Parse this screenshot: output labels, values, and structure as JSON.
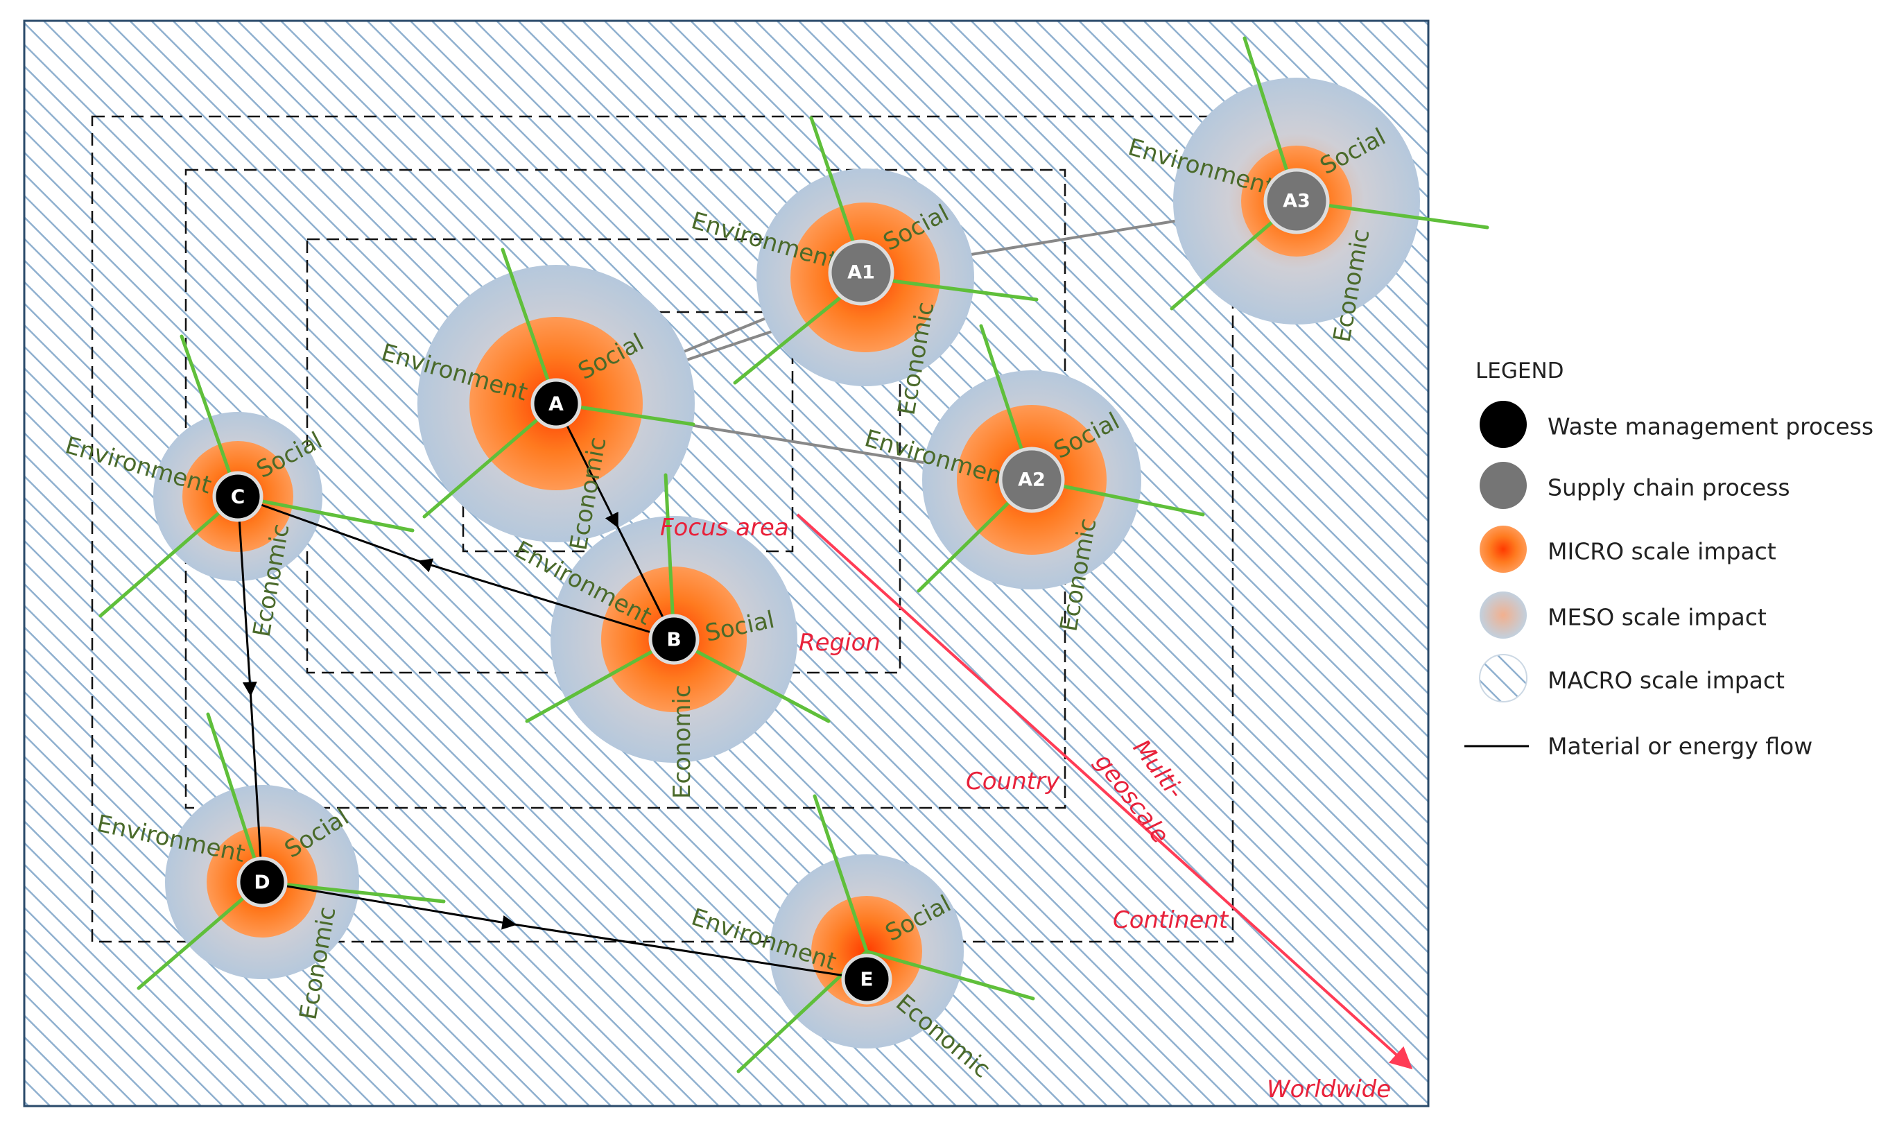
{
  "impact_labels": {
    "environment": "Environment",
    "social": "Social",
    "economic": "Economic"
  },
  "zones": {
    "focus": "Focus area",
    "region": "Region",
    "country": "Country",
    "continent": "Continent",
    "worldwide": "Worldwide",
    "multi_line1": "Multi-",
    "multi_line2": "geoscale"
  },
  "nodes": {
    "A": {
      "label": "A",
      "type": "waste"
    },
    "B": {
      "label": "B",
      "type": "waste"
    },
    "C": {
      "label": "C",
      "type": "waste"
    },
    "D": {
      "label": "D",
      "type": "waste"
    },
    "E": {
      "label": "E",
      "type": "waste"
    },
    "A1": {
      "label": "A1",
      "type": "supply"
    },
    "A2": {
      "label": "A2",
      "type": "supply"
    },
    "A3": {
      "label": "A3",
      "type": "supply"
    }
  },
  "legend": {
    "title": "LEGEND",
    "waste": "Waste management process",
    "supply": "Supply chain process",
    "micro": "MICRO scale impact",
    "meso": "MESO scale impact",
    "macro": "MACRO scale impact",
    "flow": "Material or energy flow"
  },
  "colors": {
    "waste_node": "#000000",
    "supply_node": "#757575",
    "micro": "#ff7a1f",
    "meso": "#b9c9d8",
    "macro_hatch": "#8fb0cf",
    "zone_text": "#e8213a",
    "impact_ray": "#5fbf3a"
  }
}
